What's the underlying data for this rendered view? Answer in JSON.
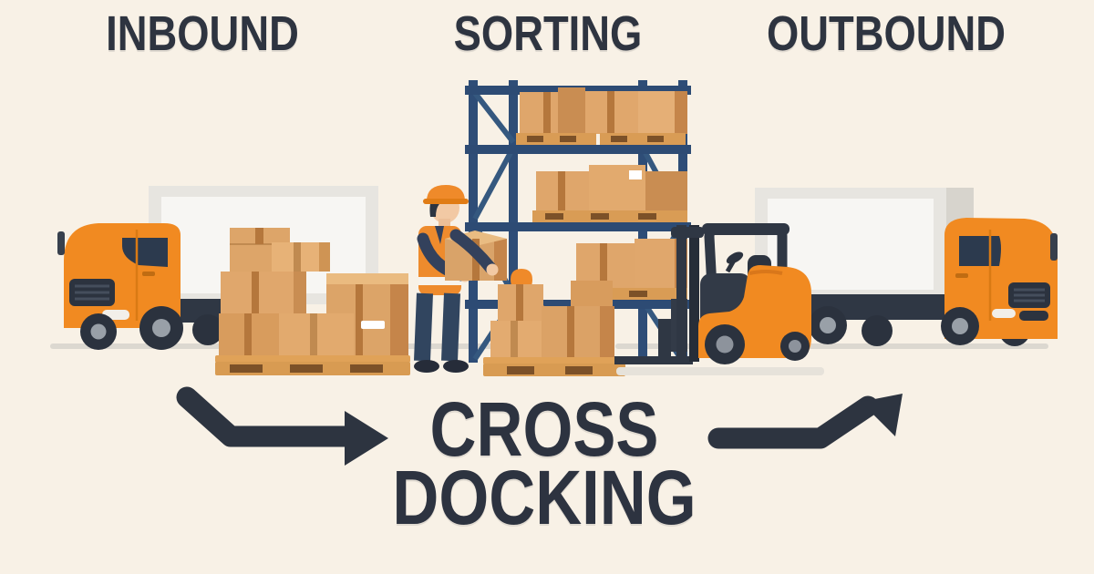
{
  "title": {
    "line1": "CROSS",
    "line2": "DOCKING"
  },
  "stages": [
    {
      "id": "inbound",
      "label": "INBOUND"
    },
    {
      "id": "sorting",
      "label": "SORTING"
    },
    {
      "id": "outbound",
      "label": "OUTBOUND"
    }
  ],
  "scene": {
    "type": "flat-vector logistics infographic",
    "elements": [
      "inbound-truck-icon (orange cab, white box trailer, facing left)",
      "pallet-boxes-icon (stack of cardboard boxes on wooden pallet)",
      "warehouse-rack-icon (blue pallet racking, three loaded shelf levels)",
      "warehouse-worker-icon (orange hard hat and safety vest, carrying box)",
      "sorter-figure-icon (orange silhouette behind floor pallet)",
      "floor-pallet-icon (boxes on pallet at sorting area)",
      "forklift-icon (orange forklift with dark mast, facing left)",
      "outbound-truck-icon (orange cab, white box trailer, facing right)",
      "inbound-flow-arrow (dark elbow arrow pointing right)",
      "outbound-flow-arrow (dark elbow arrow curving up-right)"
    ],
    "colors": {
      "background": "#f8f1e6",
      "ink": "#2d3340",
      "accent_orange": "#f18a21",
      "cardboard": "#dfa66b",
      "cardboard_dark": "#c98d52",
      "cardboard_light": "#ecbd85",
      "rack_blue": "#2e4d77",
      "chassis_dark": "#2f3744",
      "trailer_white": "#f7f6f3",
      "ground_gray": "#dcd8d0",
      "skin": "#f2c9a4",
      "worker_navy": "#33415c"
    }
  }
}
